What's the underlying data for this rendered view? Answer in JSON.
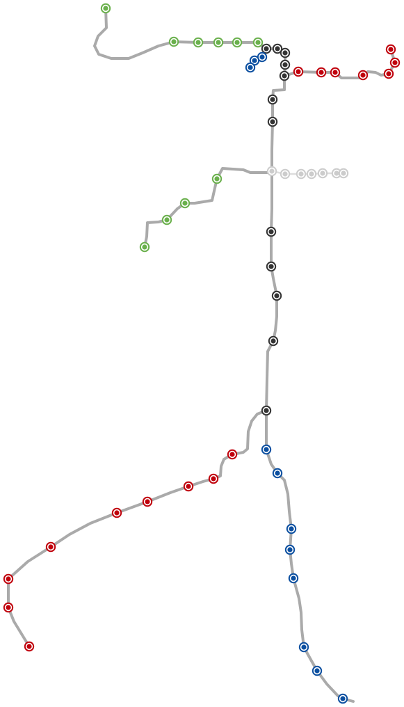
{
  "map": {
    "line_color": "#aaaaaa",
    "ghost_line_color": "#dddddd",
    "marker_fill": "#ffffff",
    "routes": [
      {
        "id": "green-north",
        "color": "#6ab04c"
      },
      {
        "id": "green-west",
        "color": "#6ab04c"
      },
      {
        "id": "black-trunk",
        "color": "#333333"
      },
      {
        "id": "red-northeast",
        "color": "#c0000c"
      },
      {
        "id": "red-southwest",
        "color": "#c0000c"
      },
      {
        "id": "blue-south",
        "color": "#0b4fa0"
      },
      {
        "id": "blue-north",
        "color": "#0b4fa0"
      },
      {
        "id": "gray-east",
        "color": "#cccccc"
      }
    ]
  }
}
